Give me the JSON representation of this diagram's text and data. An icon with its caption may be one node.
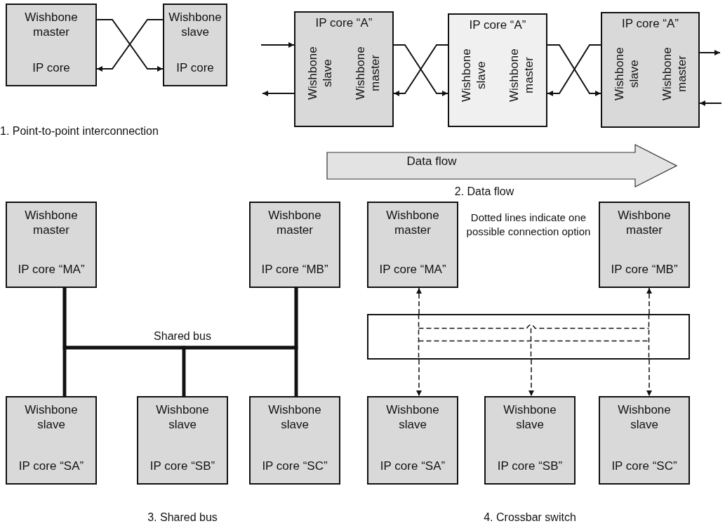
{
  "diagram": {
    "nodes": [
      {
        "text": [
          "Wishbone master",
          "IP core"
        ]
      },
      {
        "text": [
          "Wishbone slave",
          "IP core"
        ]
      },
      {
        "text": [
          "IP core “A”",
          "Wishbone slave",
          "Wishbone master"
        ]
      },
      {
        "text": [
          "IP core “A”",
          "Wishbone slave",
          "Wishbone master"
        ]
      },
      {
        "text": [
          "IP core “A”",
          "Wishbone slave",
          "Wishbone master"
        ]
      },
      {
        "text": [
          "Data flow"
        ]
      },
      {
        "text": [
          "Wishbone master",
          "IP core “MA”"
        ]
      },
      {
        "text": [
          "Wishbone master",
          "IP core “MB”"
        ]
      },
      {
        "text": [
          "Wishbone slave",
          "IP core “SA”"
        ]
      },
      {
        "text": [
          "Wishbone slave",
          "IP core “SB”"
        ]
      },
      {
        "text": [
          "Wishbone slave",
          "IP core “SC”"
        ]
      },
      {
        "text": [
          "Wishbone master",
          "IP core “MA”"
        ]
      },
      {
        "text": [
          "Wishbone master",
          "IP core “MB”"
        ]
      },
      {
        "text": [],
        "shape": "box"
      },
      {
        "text": [
          "Wishbone slave",
          "IP core “SA”"
        ]
      },
      {
        "text": [
          "Wishbone slave",
          "IP core “SB”"
        ]
      },
      {
        "text": [
          "Wishbone slave",
          "IP core “SC”"
        ]
      }
    ],
    "edges": [
      {
        "from": 0,
        "to": 1,
        "arrow": "to"
      },
      {
        "from": 1,
        "to": 0,
        "arrow": "to"
      },
      {
        "from": null,
        "to": 2,
        "arrow": "to"
      },
      {
        "from": 2,
        "to": null,
        "arrow": "to"
      },
      {
        "from": 2,
        "to": 3,
        "arrow": "to"
      },
      {
        "from": 3,
        "to": 2,
        "arrow": "to"
      },
      {
        "from": 3,
        "to": 4,
        "arrow": "to"
      },
      {
        "from": 4,
        "to": 3,
        "arrow": "to"
      },
      {
        "from": 4,
        "to": null,
        "arrow": "to"
      },
      {
        "from": null,
        "to": 4,
        "arrow": "to"
      },
      {
        "from": 6,
        "to": 8,
        "arrow": "none",
        "style": "thick"
      },
      {
        "from": 6,
        "to": 9,
        "arrow": "none",
        "style": "thick"
      },
      {
        "from": 6,
        "to": 10,
        "arrow": "none",
        "style": "thick"
      },
      {
        "from": 7,
        "to": 8,
        "arrow": "none",
        "style": "thick"
      },
      {
        "from": 7,
        "to": 9,
        "arrow": "none",
        "style": "thick"
      },
      {
        "from": 7,
        "to": 10,
        "arrow": "none",
        "style": "thick"
      },
      {
        "from": 13,
        "to": 11,
        "arrow": "to",
        "style": "dashed"
      },
      {
        "from": 13,
        "to": 12,
        "arrow": "to",
        "style": "dashed"
      },
      {
        "from": 13,
        "to": 14,
        "arrow": "to",
        "style": "dashed"
      },
      {
        "from": 13,
        "to": 15,
        "arrow": "to",
        "style": "dashed"
      },
      {
        "from": 13,
        "to": 16,
        "arrow": "to",
        "style": "dashed"
      }
    ],
    "labels": [
      "1. Point-to-point interconnection",
      "2. Data flow",
      "Shared bus",
      "Dotted lines indicate one possible connection option",
      "3. Shared bus",
      "4. Crossbar switch"
    ]
  }
}
